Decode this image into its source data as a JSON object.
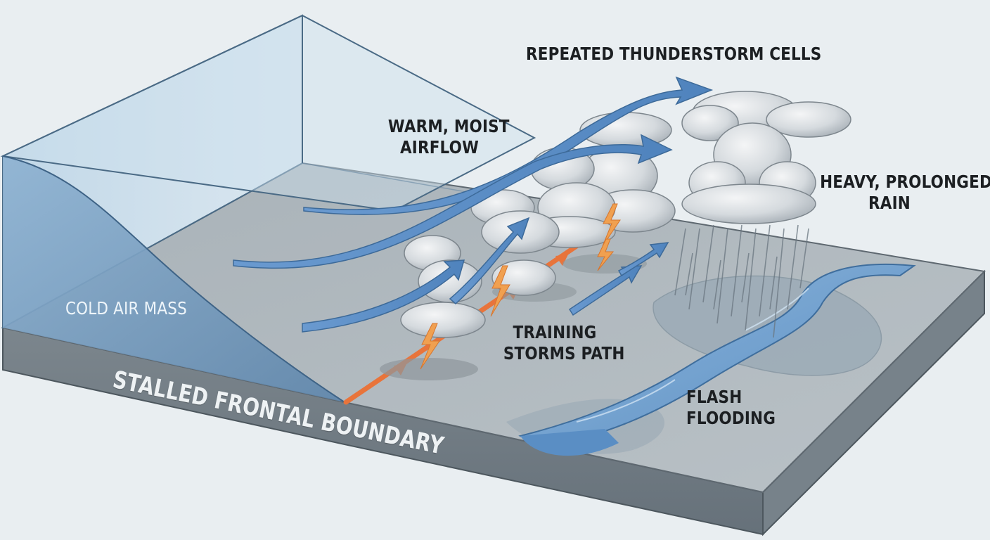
{
  "labels": {
    "repeated_cells": "REPEATED THUNDERSTORM CELLS",
    "warm_line1": "WARM, MOIST",
    "warm_line2": "AIRFLOW",
    "heavy_line1": "HEAVY, PROLONGED",
    "heavy_line2": "RAIN",
    "cold_air": "COLD AIR MASS",
    "training_line1": "TRAINING",
    "training_line2": "STORMS PATH",
    "flash_line1": "FLASH",
    "flash_line2": "FLOODING",
    "stalled_front": "STALLED FRONTAL BOUNDARY"
  },
  "colors": {
    "background": "#e9eef1",
    "ground_top": "#aeb7bd",
    "ground_side": "#6f7a82",
    "cold_air": "#7fa6c8",
    "warm_arrow": "#5b8fc4",
    "front_line": "#e8743b",
    "lightning": "#f0a050",
    "river": "#6d9fcf",
    "cloud": "#dfe3e7"
  },
  "icons": [
    "cloud-icon",
    "lightning-icon",
    "arrow-icon",
    "rain-icon",
    "river-icon"
  ]
}
